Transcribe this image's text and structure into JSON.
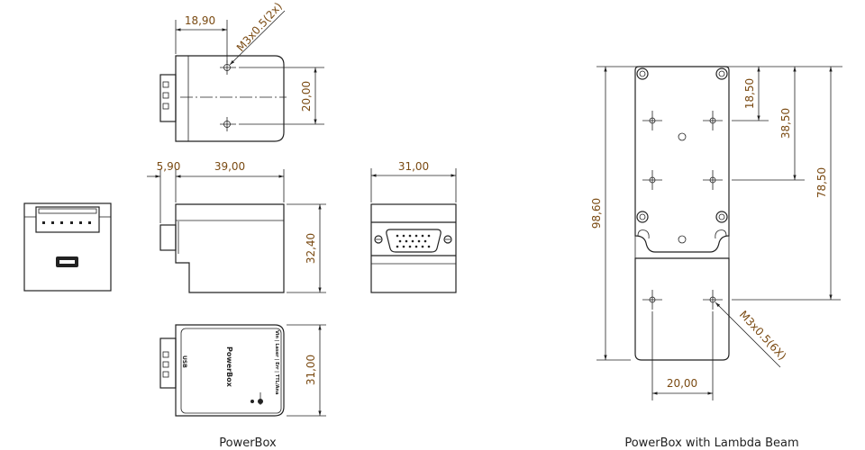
{
  "captions": {
    "left": "PowerBox",
    "right": "PowerBox with Lambda Beam"
  },
  "dimensions": {
    "top_offset": "18,90",
    "top_thread": "M3x0.5(2x)",
    "top_spacing": "20,00",
    "side_connector": "5,90",
    "side_length": "39,00",
    "side_height": "32,40",
    "end_width": "31,00",
    "bottom_width": "31,00",
    "lb_total": "98,60",
    "lb_first": "18,50",
    "lb_second": "38,50",
    "lb_third": "78,50",
    "lb_thread": "M3x0.5(6X)",
    "lb_spacing": "20,00"
  },
  "labels": {
    "usb": "USB",
    "product": "PowerBox",
    "leds": "Vin | Laser | Err | TTL/Ana"
  },
  "colors": {
    "dimension_text": "#7a4a12",
    "lines": "#222222"
  }
}
